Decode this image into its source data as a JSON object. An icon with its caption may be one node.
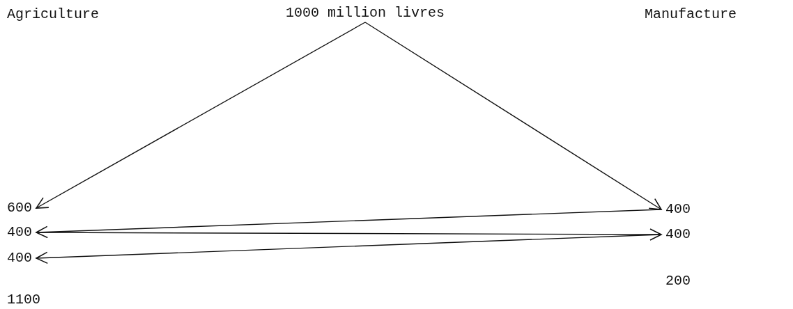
{
  "diagram": {
    "nodes": [
      {
        "text": [
          "1000 million livres"
        ]
      },
      {
        "text": [
          "600"
        ]
      },
      {
        "text": [
          "400"
        ]
      },
      {
        "text": [
          "400"
        ]
      },
      {
        "text": [
          "1100"
        ]
      },
      {
        "text": [
          "400"
        ]
      },
      {
        "text": [
          "400"
        ]
      },
      {
        "text": [
          "200"
        ]
      }
    ],
    "edges": [
      {
        "from": 0,
        "to": 1,
        "arrow": "to"
      },
      {
        "from": 0,
        "to": 5,
        "arrow": "to"
      },
      {
        "from": 5,
        "to": 2,
        "arrow": "to"
      },
      {
        "from": 2,
        "to": 6,
        "arrow": "to"
      },
      {
        "from": 6,
        "to": 3,
        "arrow": "to"
      }
    ],
    "labels": [
      "Agriculture",
      "Manufacture"
    ]
  }
}
